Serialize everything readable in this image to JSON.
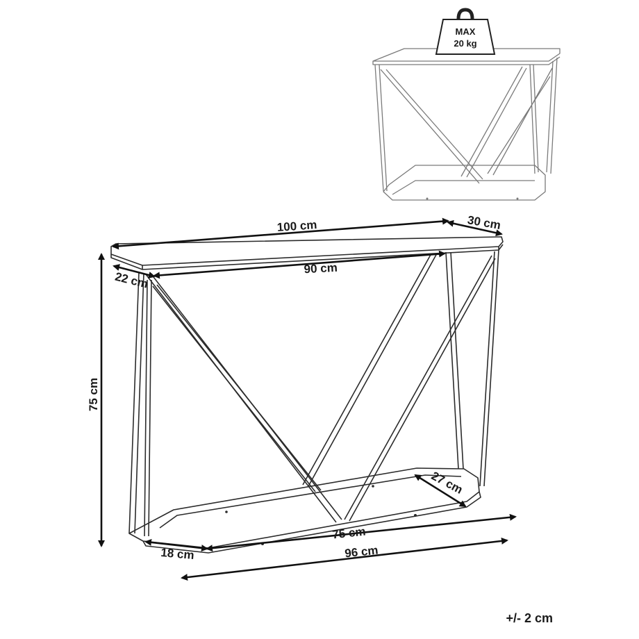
{
  "weight_badge": {
    "line1": "MAX",
    "line2": "20 kg",
    "icon": "weight-icon"
  },
  "dimensions": {
    "top_width": "100 cm",
    "top_depth": "30 cm",
    "inner_width": "90 cm",
    "inner_depth": "22 cm",
    "height": "75 cm",
    "base_inner_width": "75 cm",
    "base_depth_right": "27 cm",
    "base_depth_left": "18 cm",
    "base_width": "96 cm"
  },
  "tolerance": "+/- 2 cm",
  "colors": {
    "line": "#2b2b2b",
    "text": "#1a1a1a",
    "preview_line": "#7a7a7a"
  }
}
